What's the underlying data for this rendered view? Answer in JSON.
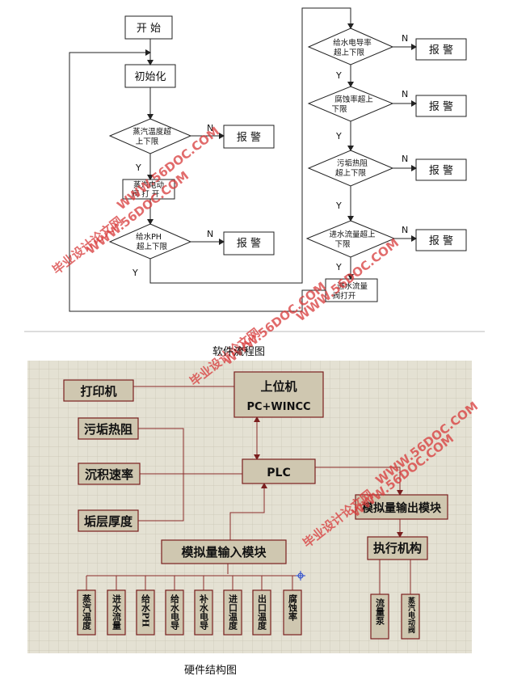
{
  "flowchart": {
    "start": "开 始",
    "init": "初始化",
    "steam_temp": [
      "蒸汽温度超",
      "上下限"
    ],
    "steam_valve": [
      "蒸汽电动",
      "阀 打 开"
    ],
    "feed_ph": [
      "给水PH",
      "超上下限"
    ],
    "feed_cond": [
      "给水电导率",
      "超上下限"
    ],
    "corrosion": [
      "腐蚀率超上",
      "下限"
    ],
    "fouling": [
      "污垢热阻",
      "超上下限"
    ],
    "inflow_flow": [
      "进水流量超上",
      "下限"
    ],
    "inflow_valve": [
      "进水流量",
      "阀打开"
    ],
    "alarm": "报 警",
    "yes": "Y",
    "no": "N",
    "caption": "软件流程图"
  },
  "hardware": {
    "printer": "打印机",
    "host_title": "上位机",
    "host_sub": "PC+WINCC",
    "fouling_resistance": "污垢热阻",
    "deposition_rate": "沉积速率",
    "scale_thickness": "垢层厚度",
    "plc": "PLC",
    "analog_output": "模拟量输出模块",
    "actuator": "执行机构",
    "analog_input": "模拟量输入模块",
    "inputs": [
      "蒸汽温度",
      "进水流量",
      "给水PH",
      "给水电导",
      "补水电导",
      "进口温度",
      "出口温度",
      "腐蚀率"
    ],
    "outputs": [
      "流量泵",
      "蒸汽电动阀"
    ],
    "caption": "硬件结构图"
  },
  "watermark": {
    "site": "毕业设计论文网",
    "url": "WWW.56DOC.COM"
  },
  "colors": {
    "grid_bg": "#e4e1d3",
    "grid_line": "#c9c5b4",
    "hw_box_fill": "#cfc7b0",
    "hw_box_stroke": "#7a1f1f",
    "hw_line": "#8a2a2a",
    "watermark": "#d83a3a"
  }
}
